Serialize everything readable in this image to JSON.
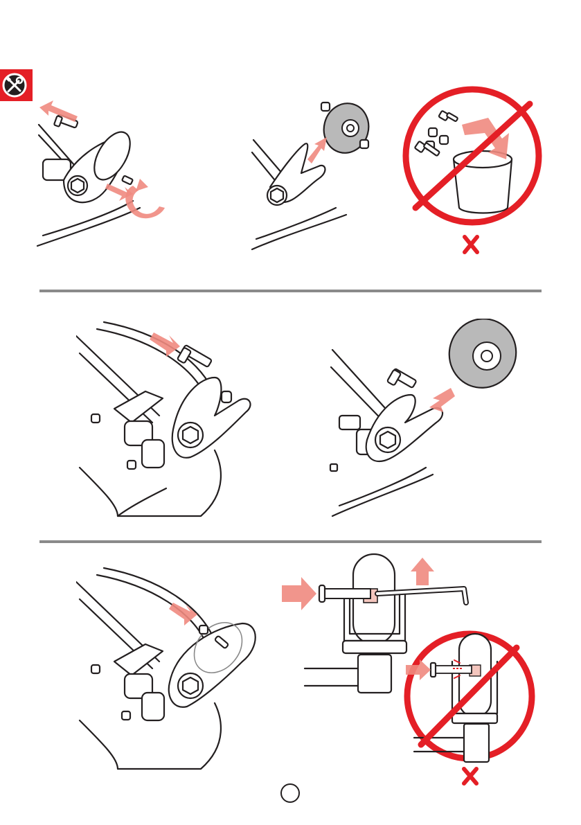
{
  "page": {
    "background": "#ffffff",
    "tool_badge": {
      "icon": "tools-icon",
      "color": "#e41f26"
    },
    "forbidden_color": "#e41f26",
    "arrow_color": "#ef8a7f",
    "divider_color": "#8a8a8a",
    "steps": [
      {
        "id": "remove-axle-bolt",
        "icon": "hex-key-icon"
      },
      {
        "id": "remove-wheel",
        "icon": "wheel-icon"
      },
      {
        "id": "do-not-discard-parts",
        "icon": "prohibited-icon"
      },
      {
        "id": "insert-bolt",
        "icon": "bolt-icon"
      },
      {
        "id": "fit-new-wheel",
        "icon": "wheel-icon"
      },
      {
        "id": "reinstall-wheel",
        "icon": "wheel-icon"
      },
      {
        "id": "tighten-with-hex-key",
        "icon": "hex-key-icon"
      },
      {
        "id": "do-not-overtighten",
        "icon": "prohibited-icon"
      }
    ]
  }
}
